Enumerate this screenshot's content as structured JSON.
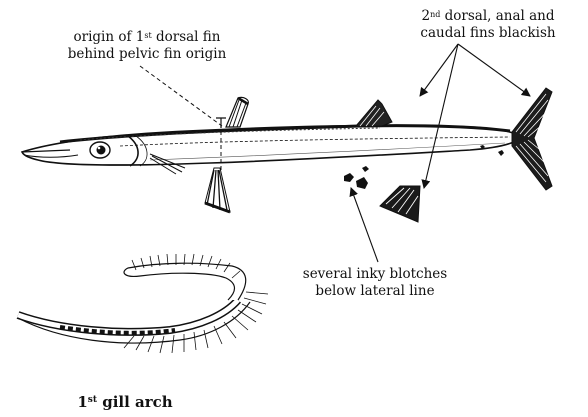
{
  "labels": {
    "dorsal_origin": {
      "line1_pre": "origin of 1",
      "line1_sup": "st",
      "line1_post": " dorsal fin",
      "line2": "behind pelvic fin origin"
    },
    "fins_blackish": {
      "line1_pre": "2",
      "line1_sup": "nd",
      "line1_post": " dorsal, anal and",
      "line2": "caudal fins blackish"
    },
    "blotches": {
      "line1": "several inky blotches",
      "line2": "below lateral line"
    },
    "gill_arch": {
      "pre": "1",
      "sup": "st",
      "post": " gill arch"
    }
  },
  "colors": {
    "ink": "#111111",
    "background": "#ffffff"
  }
}
